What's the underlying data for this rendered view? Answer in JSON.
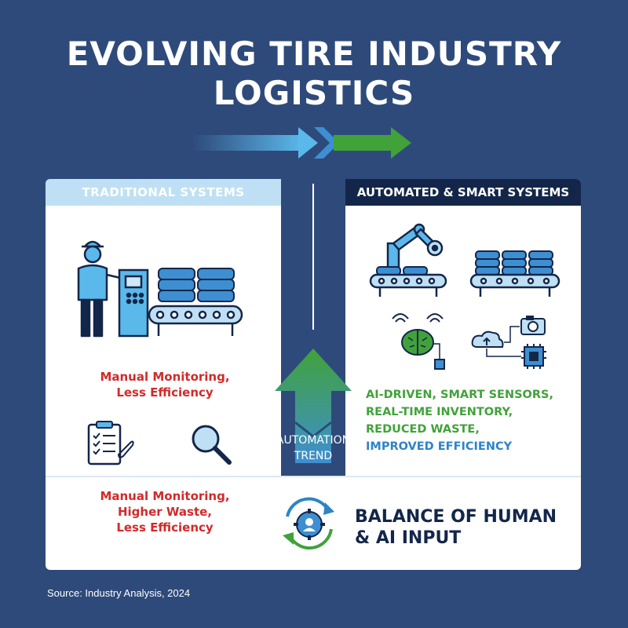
{
  "title": {
    "line1": "EVOLVING TIRE INDUSTRY",
    "line2": "LOGISTICS"
  },
  "left_panel": {
    "header": "TRADITIONAL SYSTEMS",
    "caption_top": [
      "Manual Monitoring,",
      "Less Efficiency"
    ],
    "caption_bottom": [
      "Manual Monitoring,",
      "Higher Waste,",
      "Less Efficiency"
    ]
  },
  "right_panel": {
    "header": "AUTOMATED & SMART SYSTEMS",
    "features": [
      {
        "text": "AI-DRIVEN, SMART SENSORS,",
        "color": "green"
      },
      {
        "text": "REAL-TIME INVENTORY,",
        "color": "green"
      },
      {
        "text": "REDUCED WASTE,",
        "color": "green"
      },
      {
        "text": "IMPROVED EFFICIENCY",
        "color": "blue"
      }
    ]
  },
  "center": {
    "trend_label": [
      "AUTOMATION",
      "TREND"
    ]
  },
  "balance": {
    "line1": "BALANCE OF HUMAN",
    "line2": "& AI INPUT"
  },
  "source": "Source: Industry Analysis, 2024",
  "colors": {
    "background": "#2e4a7a",
    "dark_navy": "#13264a",
    "light_blue": "#bfe0f4",
    "icon_blue": "#3d8fd1",
    "green": "#41a23a",
    "red": "#d12a2a"
  },
  "icons": [
    "worker-icon",
    "control-panel-icon",
    "tire-stack-icon",
    "conveyor-icon",
    "clipboard-icon",
    "magnifier-icon",
    "robot-arm-icon",
    "ai-brain-icon",
    "cloud-icon",
    "camera-icon",
    "chip-icon",
    "gear-cycle-icon",
    "trend-arrow-icon",
    "progress-arrow-icon"
  ]
}
